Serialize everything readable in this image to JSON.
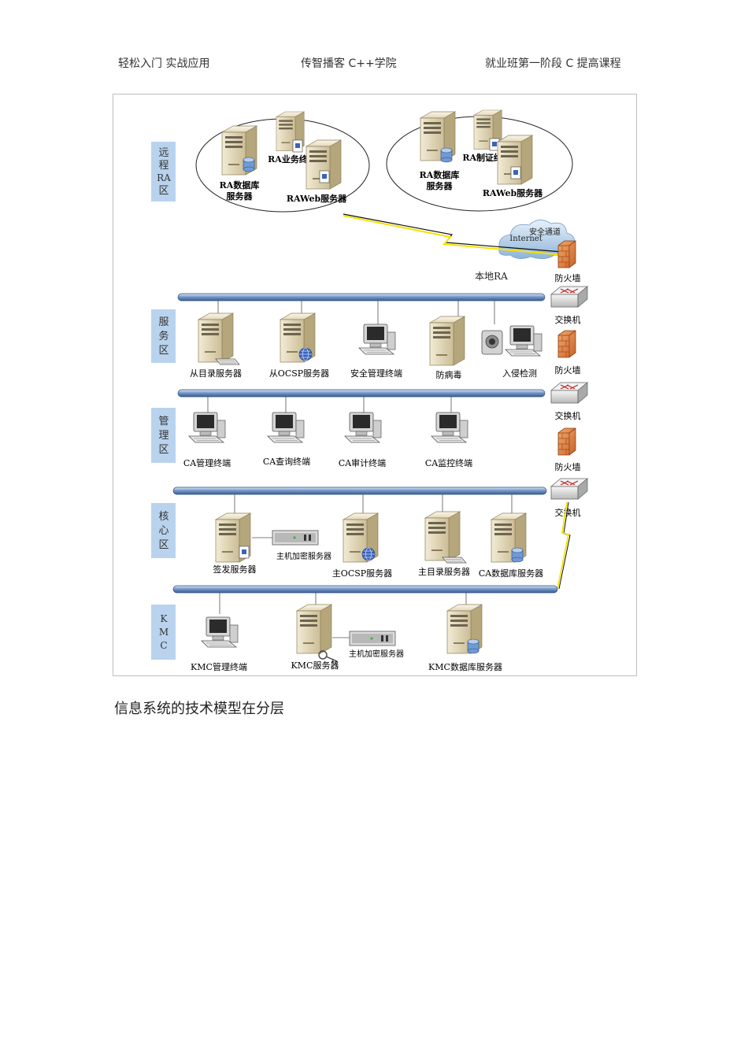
{
  "header": {
    "left": "轻松入门  实战应用",
    "center": "传智播客 C++学院",
    "right": "就业班第一阶段 C 提高课程"
  },
  "diagram": {
    "zones": {
      "remote_ra": [
        "远",
        "程",
        "RA",
        "区"
      ],
      "service": [
        "服",
        "务",
        "区"
      ],
      "manage": [
        "管",
        "理",
        "区"
      ],
      "core": [
        "核",
        "心",
        "区"
      ],
      "kmc": [
        "K",
        "M",
        "C"
      ]
    },
    "remote_ra_1": {
      "db_server": [
        "RA数据库",
        "服务器"
      ],
      "biz_terminal": "RA业务终端",
      "web_server": "RAWeb服务器"
    },
    "remote_ra_2": {
      "db_server": [
        "RA数据库",
        "服务器"
      ],
      "cert_terminal": "RA制证终端2",
      "web_server": "RAWeb服务器"
    },
    "internet": {
      "channel": "安全通道",
      "cloud": "Internet"
    },
    "local_ra": "本地RA",
    "firewall": "防火墙",
    "switch": "交换机",
    "service_zone": {
      "items": [
        "从目录服务器",
        "从OCSP服务器",
        "安全管理终端",
        "防病毒",
        "入侵检测"
      ]
    },
    "manage_zone": {
      "items": [
        "CA管理终端",
        "CA查询终端",
        "CA审计终端",
        "CA监控终端"
      ]
    },
    "core_zone": {
      "sign_server": "签发服务器",
      "hsm": "主机加密服务器",
      "ocsp_server": "主OCSP服务器",
      "dir_server": "主目录服务器",
      "db_server": "CA数据库服务器"
    },
    "kmc_zone": {
      "terminal": "KMC管理终端",
      "server": "KMC服务器",
      "hsm": "主机加密服务器",
      "db_server": "KMC数据库服务器"
    }
  },
  "caption": "信息系统的技术模型在分层"
}
